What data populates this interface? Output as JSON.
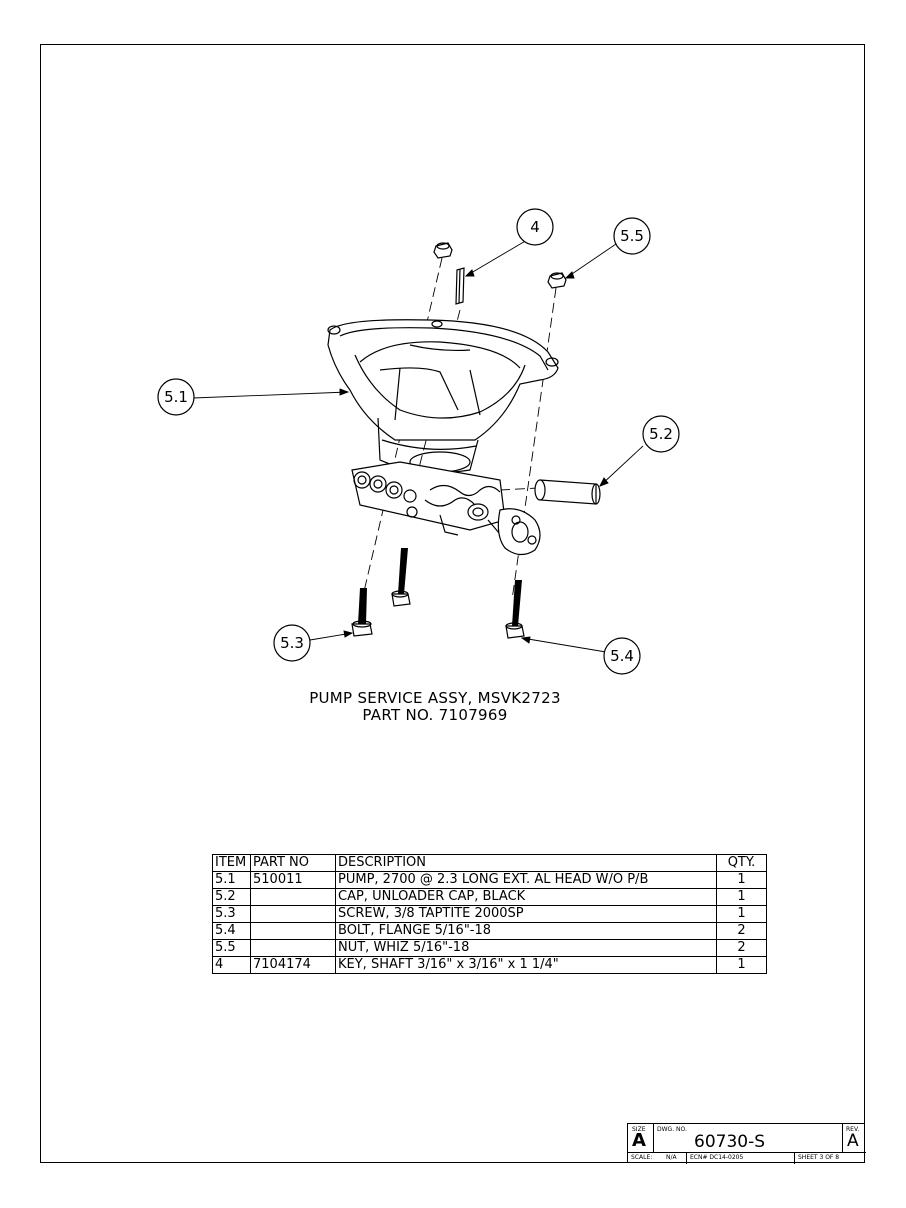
{
  "callouts": {
    "c4": "4",
    "c55": "5.5",
    "c51": "5.1",
    "c52": "5.2",
    "c53": "5.3",
    "c54": "5.4"
  },
  "caption": {
    "line1": "PUMP SERVICE ASSY, MSVK2723",
    "line2": "PART NO. 7107969"
  },
  "bom": {
    "headers": {
      "item": "ITEM",
      "part": "PART NO",
      "desc": "DESCRIPTION",
      "qty": "QTY."
    },
    "rows": [
      {
        "item": "5.1",
        "part": "510011",
        "desc": "PUMP, 2700 @ 2.3 LONG EXT. AL HEAD W/O P/B",
        "qty": "1"
      },
      {
        "item": "5.2",
        "part": "",
        "desc": "CAP, UNLOADER CAP, BLACK",
        "qty": "1"
      },
      {
        "item": "5.3",
        "part": "",
        "desc": "SCREW, 3/8 TAPTITE 2000SP",
        "qty": "1"
      },
      {
        "item": "5.4",
        "part": "",
        "desc": "BOLT, FLANGE 5/16\"-18",
        "qty": "2"
      },
      {
        "item": "5.5",
        "part": "",
        "desc": "NUT, WHIZ 5/16\"-18",
        "qty": "2"
      },
      {
        "item": "4",
        "part": "7104174",
        "desc": "KEY, SHAFT 3/16\" x 3/16\" x 1 1/4\"",
        "qty": "1"
      }
    ]
  },
  "title_block": {
    "size_label": "SIZE",
    "size_value": "A",
    "dwg_label": "DWG. NO.",
    "dwg_value": "60730-S",
    "rev_label": "REV.",
    "rev_value": "A",
    "scale_label": "SCALE:",
    "scale_value": "N/A",
    "ecn": "ECN# DC14-0205",
    "sheet": "SHEET 3 OF 8"
  }
}
